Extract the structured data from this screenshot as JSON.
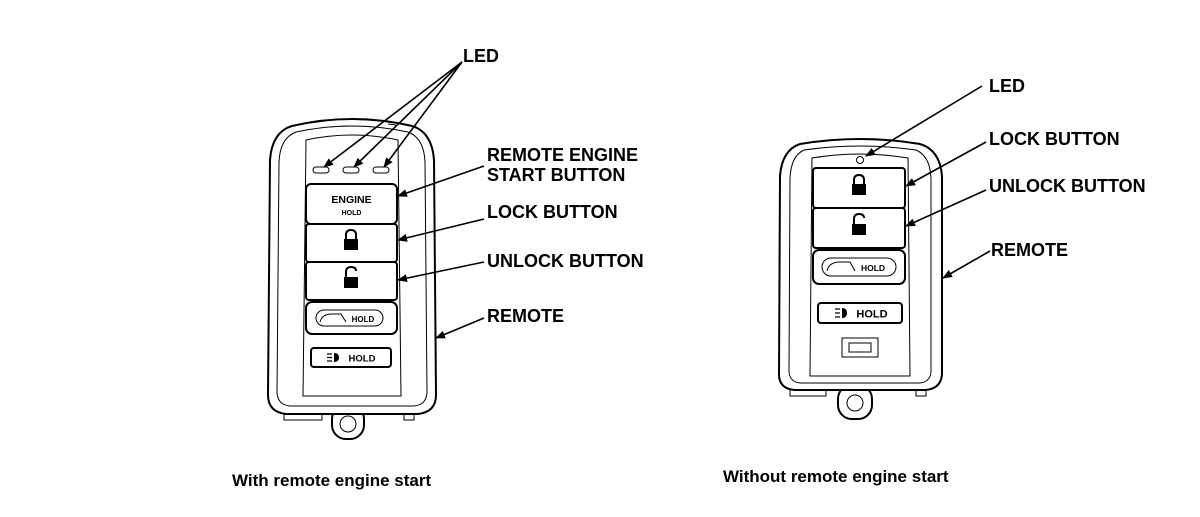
{
  "left_remote": {
    "caption": "With remote engine start",
    "labels": {
      "led": "LED",
      "remote_engine_start_line1": "REMOTE ENGINE",
      "remote_engine_start_line2": "START BUTTON",
      "lock": "LOCK BUTTON",
      "unlock": "UNLOCK BUTTON",
      "remote": "REMOTE"
    },
    "buttons": {
      "engine": "ENGINE",
      "engine_hold": "HOLD",
      "tailgate_hold": "HOLD",
      "panic_hold": "HOLD"
    }
  },
  "right_remote": {
    "caption": "Without remote engine start",
    "labels": {
      "led": "LED",
      "lock": "LOCK BUTTON",
      "unlock": "UNLOCK BUTTON",
      "remote": "REMOTE"
    },
    "buttons": {
      "tailgate_hold": "HOLD",
      "panic_hold": "HOLD"
    }
  }
}
